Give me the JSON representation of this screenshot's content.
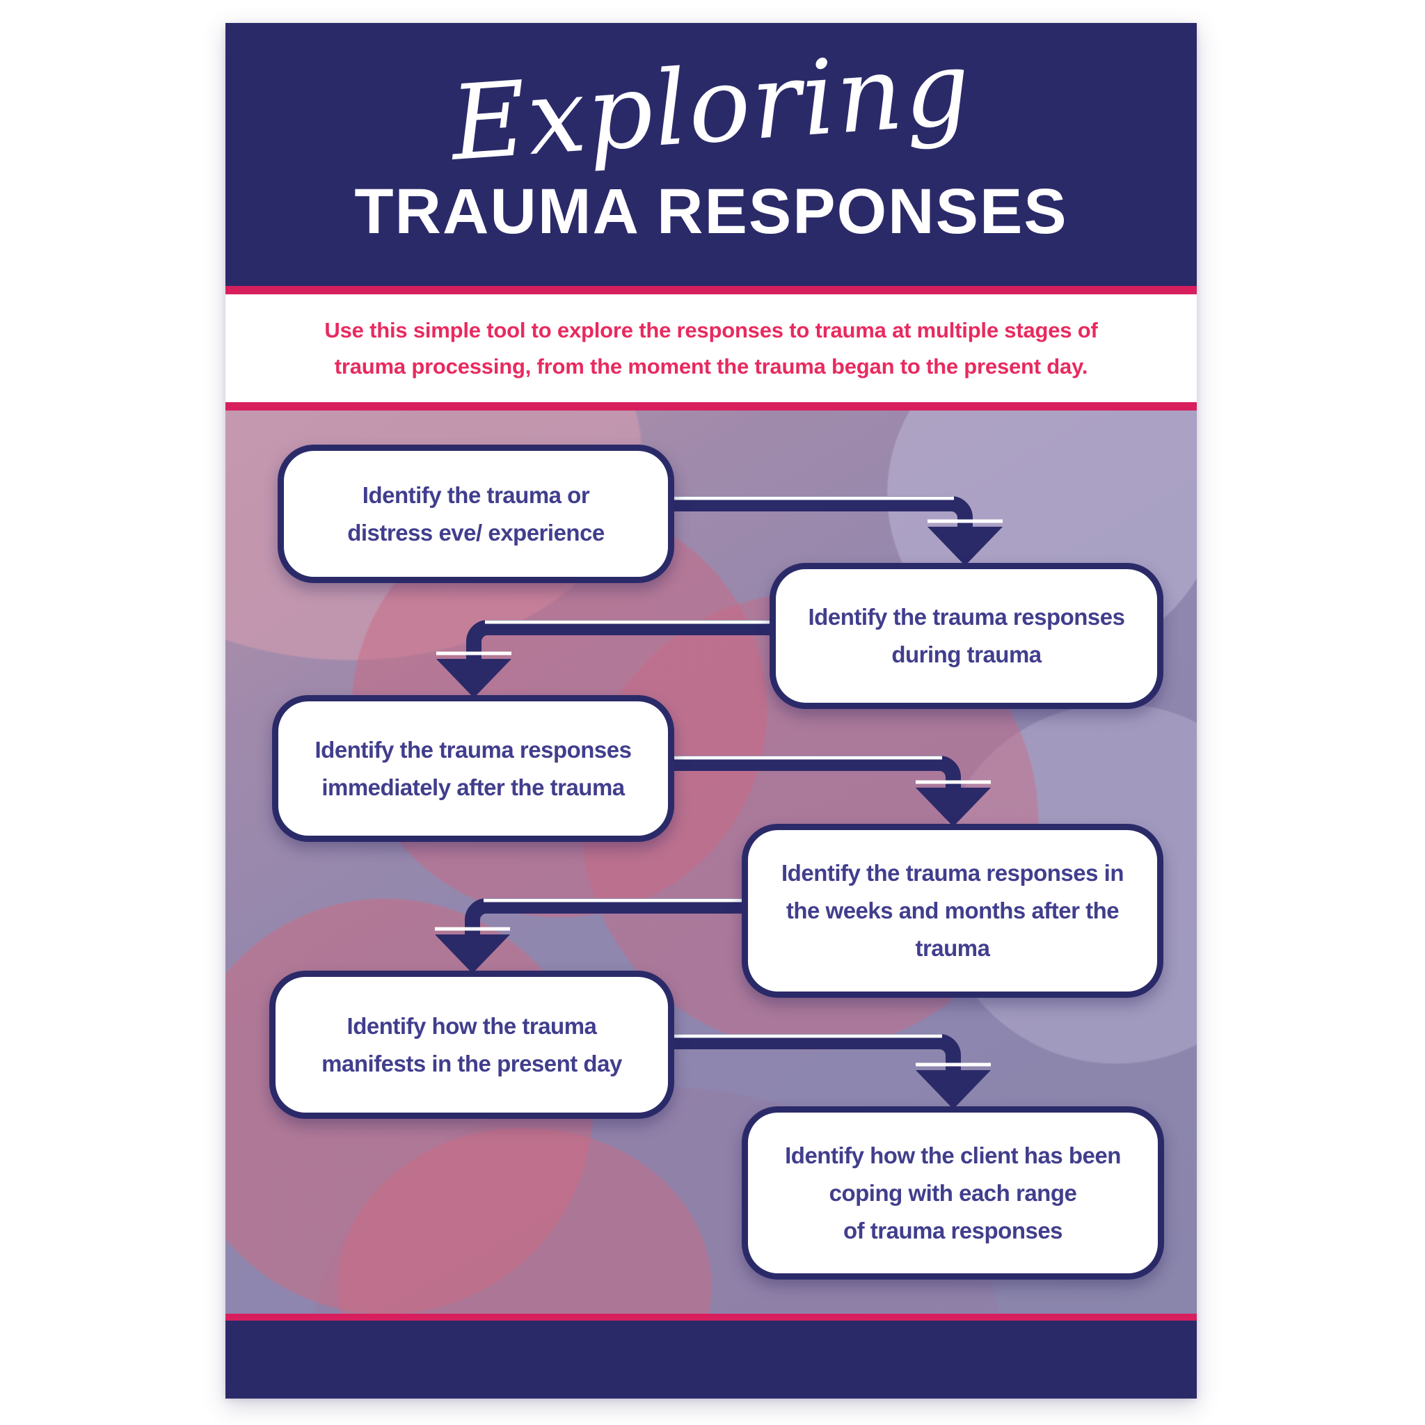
{
  "header": {
    "script_title": "Exploring",
    "main_title": "TRAUMA RESPONSES"
  },
  "intro": {
    "text": "Use this simple tool to explore the responses to trauma at multiple stages of\ntrauma processing, from the moment the trauma began to the present day."
  },
  "flow": {
    "steps": [
      {
        "text": "Identify the trauma or\ndistress eve/ experience"
      },
      {
        "text": "Identify the trauma responses\nduring trauma"
      },
      {
        "text": "Identify the trauma responses\nimmediately after the trauma"
      },
      {
        "text": "Identify the trauma responses in\nthe weeks and months after the\ntrauma"
      },
      {
        "text": "Identify how the trauma\nmanifests in the present day"
      },
      {
        "text": "Identify how the client has been\ncoping with each range\nof trauma responses"
      }
    ]
  },
  "colors": {
    "header_navy": "#2b2a69",
    "accent_pink_stripe": "#d81f5e",
    "intro_text_pink": "#e82a5f",
    "box_border_navy": "#2b2a69",
    "box_text_indigo": "#413e8d",
    "box_fill": "#ffffff",
    "background_purple": "#9187ae"
  }
}
